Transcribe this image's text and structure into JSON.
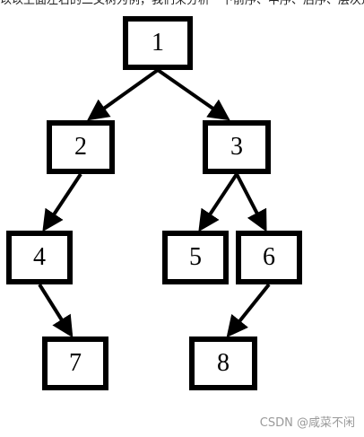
{
  "top_text": "以以上面左右的二叉树为例，我们来分析一下前序、中序、后序、层次遍历分别为什么？",
  "tree": {
    "nodes": [
      {
        "id": "1"
      },
      {
        "id": "2"
      },
      {
        "id": "3"
      },
      {
        "id": "4"
      },
      {
        "id": "5"
      },
      {
        "id": "6"
      },
      {
        "id": "7"
      },
      {
        "id": "8"
      }
    ],
    "edges": [
      {
        "from": "1",
        "to": "2"
      },
      {
        "from": "1",
        "to": "3"
      },
      {
        "from": "2",
        "to": "4"
      },
      {
        "from": "4",
        "to": "7"
      },
      {
        "from": "3",
        "to": "5"
      },
      {
        "from": "3",
        "to": "6"
      },
      {
        "from": "6",
        "to": "8"
      }
    ]
  },
  "watermark": "CSDN @咸菜不闲"
}
